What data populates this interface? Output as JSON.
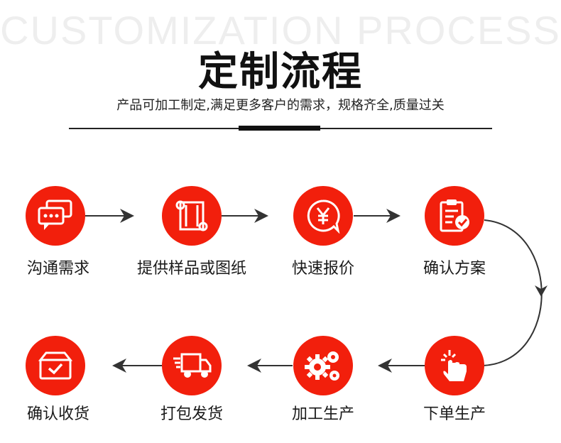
{
  "header": {
    "bg_title": "CUSTOMIZATION PROCESS",
    "title": "定制流程",
    "subtitle": "产品可加工制定,满足更多客户的需求，规格齐全,质量过关"
  },
  "accent_color": "#f21f0c",
  "steps": [
    {
      "label": "沟通需求",
      "icon": "chat-bubbles-icon"
    },
    {
      "label": "提供样品或图纸",
      "icon": "scroll-drawing-icon"
    },
    {
      "label": "快速报价",
      "icon": "yuan-quote-icon"
    },
    {
      "label": "确认方案",
      "icon": "clipboard-check-icon"
    },
    {
      "label": "下单生产",
      "icon": "tap-finger-icon"
    },
    {
      "label": "加工生产",
      "icon": "gears-icon"
    },
    {
      "label": "打包发货",
      "icon": "delivery-truck-icon"
    },
    {
      "label": "确认收货",
      "icon": "box-check-icon"
    }
  ]
}
